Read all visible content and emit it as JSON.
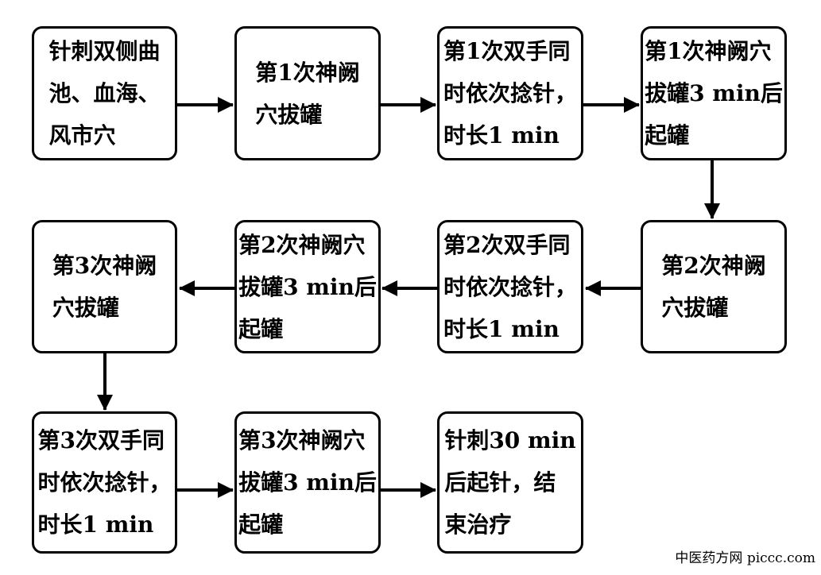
{
  "diagram": {
    "type": "flowchart",
    "colors": {
      "line": "#000000",
      "text": "#000000",
      "background": "#ffffff"
    },
    "nodes": [
      {
        "id": 1,
        "text": "针刺双侧曲\n池、血海、\n风市穴"
      },
      {
        "id": 2,
        "text": "第1次神阙\n穴拔罐"
      },
      {
        "id": 3,
        "text": "第1次双手同\n时依次捻针，\n时长1 min"
      },
      {
        "id": 4,
        "text": "第1次神阙穴\n拔罐3 min后\n起罐"
      },
      {
        "id": 5,
        "text": "第2次神阙\n穴拔罐"
      },
      {
        "id": 6,
        "text": "第2次双手同\n时依次捻针，\n时长1 min"
      },
      {
        "id": 7,
        "text": "第2次神阙穴\n拔罐3 min后\n起罐"
      },
      {
        "id": 8,
        "text": "第3次神阙\n穴拔罐"
      },
      {
        "id": 9,
        "text": "第3次双手同\n时依次捻针，\n时长1 min"
      },
      {
        "id": 10,
        "text": "第3次神阙穴\n拔罐3 min后\n起罐"
      },
      {
        "id": 11,
        "text": "针刺30 min\n后起针，结\n束治疗"
      }
    ],
    "edges": [
      "1→2",
      "2→3",
      "3→4",
      "4→5",
      "5→6",
      "6→7",
      "7→8",
      "8→9",
      "9→10",
      "10→11"
    ]
  },
  "watermark": {
    "text": "中医药方网 piccc.com"
  }
}
